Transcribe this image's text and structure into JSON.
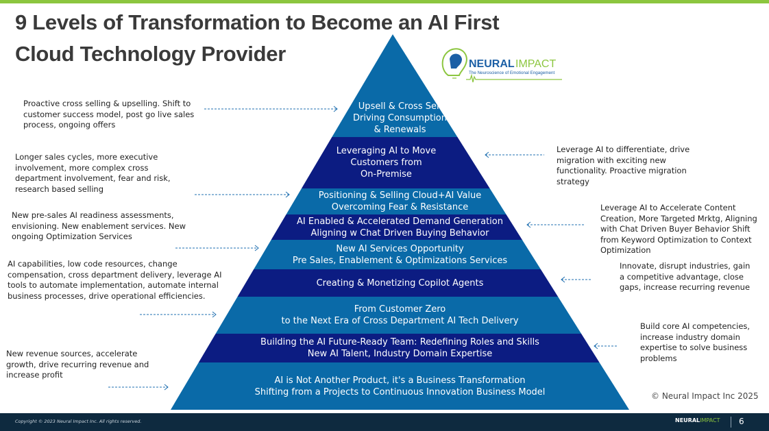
{
  "title": [
    "9 Levels of Transformation to Become an AI First",
    "Cloud Technology Provider"
  ],
  "logo": {
    "name": "NEURAL",
    "name2": "IMPACT",
    "tagline": "The Neuroscience of Emotional Engagement"
  },
  "colors": {
    "medium": "#0a6aa8",
    "dark": "#0c1c82",
    "accent": "#8cc63f",
    "footer": "#0e2a3f"
  },
  "levels": [
    {
      "lines": [
        "Upsell & Cross Sell",
        "Driving Consumption",
        "& Renewals"
      ]
    },
    {
      "lines": [
        "Leveraging AI to Move",
        "Customers from",
        "On-Premise"
      ]
    },
    {
      "lines": [
        "Positioning & Selling Cloud+AI Value",
        "Overcoming Fear & Resistance"
      ]
    },
    {
      "lines": [
        "AI Enabled & Accelerated Demand Generation",
        "Aligning w Chat Driven Buying Behavior"
      ]
    },
    {
      "lines": [
        "New AI Services Opportunity",
        "Pre Sales, Enablement & Optimizations Services"
      ]
    },
    {
      "lines": [
        "Creating & Monetizing Copilot Agents"
      ]
    },
    {
      "lines": [
        "From Customer Zero",
        "to the Next Era of Cross Department AI Tech Delivery"
      ]
    },
    {
      "lines": [
        "Building the AI Future-Ready Team: Redefining Roles and Skills",
        "New AI Talent, Industry Domain Expertise"
      ]
    },
    {
      "lines": [
        "AI is Not Another Product, it's a Business Transformation",
        "Shifting from a Projects to Continuous Innovation Business Model"
      ]
    }
  ],
  "left_notes": [
    "Proactive cross selling & upselling. Shift to customer success model, post go live sales process, ongoing offers",
    "Longer sales cycles, more executive involvement, more complex cross department involvement, fear and risk, research based selling",
    "New pre-sales AI readiness assessments, envisioning. New enablement services. New ongoing Optimization Services",
    "AI capabilities, low code resources, change compensation, cross department delivery, leverage AI tools to automate implementation, automate internal business processes, drive operational efficiencies.",
    "New revenue sources, accelerate growth, drive recurring revenue and increase profit"
  ],
  "right_notes": [
    "Leverage AI to differentiate, drive migration with exciting new functionality. Proactive migration strategy",
    "Leverage AI to Accelerate Content Creation, More Targeted Mrktg, Aligning with Chat Driven Buyer Behavior Shift from Keyword Optimization to Context Optimization",
    "Innovate, disrupt industries, gain a competitive advantage, close gaps, increase recurring revenue",
    "Build core AI competencies, increase industry domain expertise to solve business problems"
  ],
  "copyright": "© Neural Impact Inc 2025",
  "footer": {
    "copyright": "Copyright © 2023 Neural Impact Inc. All rights reserved.",
    "logo_name": "NEURAL",
    "logo_name2": "IMPACT",
    "page": "6"
  }
}
